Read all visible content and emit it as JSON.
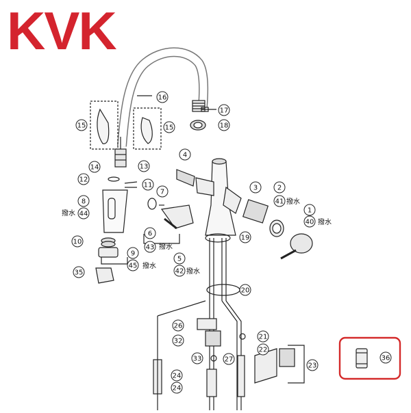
{
  "brand": {
    "logo_text": "KVK",
    "logo_color": "#d4242e"
  },
  "highlight_color": "#d42a2a",
  "callouts": [
    {
      "id": "c1",
      "num": "1"
    },
    {
      "id": "c2",
      "num": "2"
    },
    {
      "id": "c3",
      "num": "3"
    },
    {
      "id": "c4",
      "num": "4"
    },
    {
      "id": "c5",
      "num": "5"
    },
    {
      "id": "c6",
      "num": "6"
    },
    {
      "id": "c7",
      "num": "7"
    },
    {
      "id": "c8",
      "num": "8"
    },
    {
      "id": "c9",
      "num": "9"
    },
    {
      "id": "c10",
      "num": "10"
    },
    {
      "id": "c11",
      "num": "11"
    },
    {
      "id": "c12",
      "num": "12"
    },
    {
      "id": "c13",
      "num": "13"
    },
    {
      "id": "c14",
      "num": "14"
    },
    {
      "id": "c15a",
      "num": "15"
    },
    {
      "id": "c15b",
      "num": "15"
    },
    {
      "id": "c16",
      "num": "16"
    },
    {
      "id": "c17",
      "num": "17"
    },
    {
      "id": "c18",
      "num": "18"
    },
    {
      "id": "c19",
      "num": "19"
    },
    {
      "id": "c20",
      "num": "20"
    },
    {
      "id": "c21",
      "num": "21"
    },
    {
      "id": "c22",
      "num": "22"
    },
    {
      "id": "c23",
      "num": "23"
    },
    {
      "id": "c24a",
      "num": "24"
    },
    {
      "id": "c24b",
      "num": "24"
    },
    {
      "id": "c26",
      "num": "26"
    },
    {
      "id": "c27",
      "num": "27"
    },
    {
      "id": "c32",
      "num": "32"
    },
    {
      "id": "c33",
      "num": "33"
    },
    {
      "id": "c35",
      "num": "35"
    },
    {
      "id": "c36",
      "num": "36"
    },
    {
      "id": "c40",
      "num": "40"
    },
    {
      "id": "c41",
      "num": "41"
    },
    {
      "id": "c42",
      "num": "42"
    },
    {
      "id": "c43",
      "num": "43"
    },
    {
      "id": "c44",
      "num": "44"
    },
    {
      "id": "c45",
      "num": "45"
    }
  ],
  "labels": {
    "water_repellent": "撥水"
  }
}
